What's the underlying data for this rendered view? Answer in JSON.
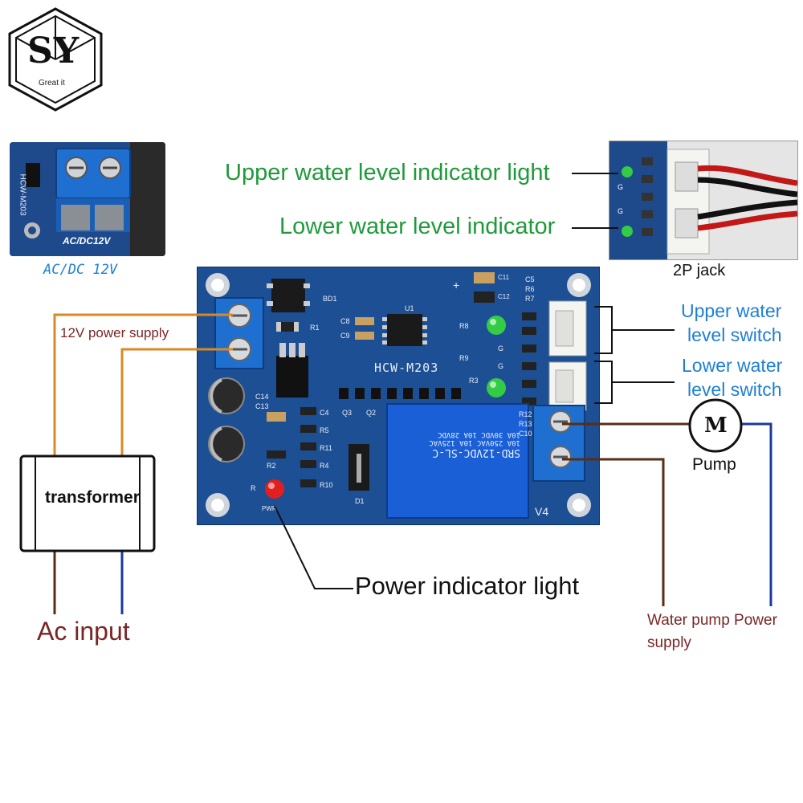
{
  "logo": {
    "letters": "SY",
    "tagline": "Great it"
  },
  "inset_left": {
    "caption": "AC/DC 12V",
    "board_text": "AC/DC12V",
    "side_text": "HCW-M203"
  },
  "inset_right": {
    "caption": "2P jack",
    "led_labels": [
      "G",
      "G"
    ]
  },
  "labels": {
    "upper_indicator": "Upper water level indicator light",
    "lower_indicator": "Lower water level indicator",
    "upper_switch_line1": "Upper water",
    "upper_switch_line2": "level switch",
    "lower_switch_line1": "Lower water",
    "lower_switch_line2": "level switch",
    "power_supply_12v": "12V power supply",
    "transformer": "transformer",
    "ac_input": "Ac input",
    "power_indicator": "Power indicator light",
    "pump_symbol": "M",
    "pump": "Pump",
    "pump_power_line1": "Water pump Power",
    "pump_power_line2": "supply"
  },
  "board": {
    "model": "HCW-M203",
    "relay_model": "SRD-12VDC-SL-C",
    "relay_line1": "10A 250VAC  10A 125VAC",
    "relay_line2": "10A 30VDC  10A 28VDC",
    "version": "V4",
    "silk": {
      "bd1": "BD1",
      "u1": "U1",
      "r1": "R1",
      "c8": "C8",
      "c9": "C9",
      "c5": "C5",
      "r6": "R6",
      "r7": "R7",
      "c11": "C11",
      "c12": "C12",
      "r8": "R8",
      "r9": "R9",
      "r3": "R3",
      "c14": "C14",
      "c13": "C13",
      "c4": "C4",
      "q3": "Q3",
      "q2": "Q2",
      "r5": "R5",
      "r11": "R11",
      "r4": "R4",
      "r10": "R10",
      "r2": "R2",
      "d1": "D1",
      "r12": "R12",
      "r13": "R13",
      "c10": "C10",
      "g1": "G",
      "g2": "G",
      "r_led": "R",
      "pwr": "PWR",
      "plus": "+"
    }
  },
  "colors": {
    "green_label": "#1f9a3a",
    "blue_label": "#1e7fd4",
    "dark_red_label": "#7a2525",
    "board_blue": "#1d4f94",
    "terminal_blue": "#1f6fd0",
    "wire_orange": "#d98a26",
    "wire_brown": "#5a2e14",
    "wire_navy": "#1a3a9a",
    "led_green": "#33cc44",
    "led_red": "#e21f1f"
  }
}
